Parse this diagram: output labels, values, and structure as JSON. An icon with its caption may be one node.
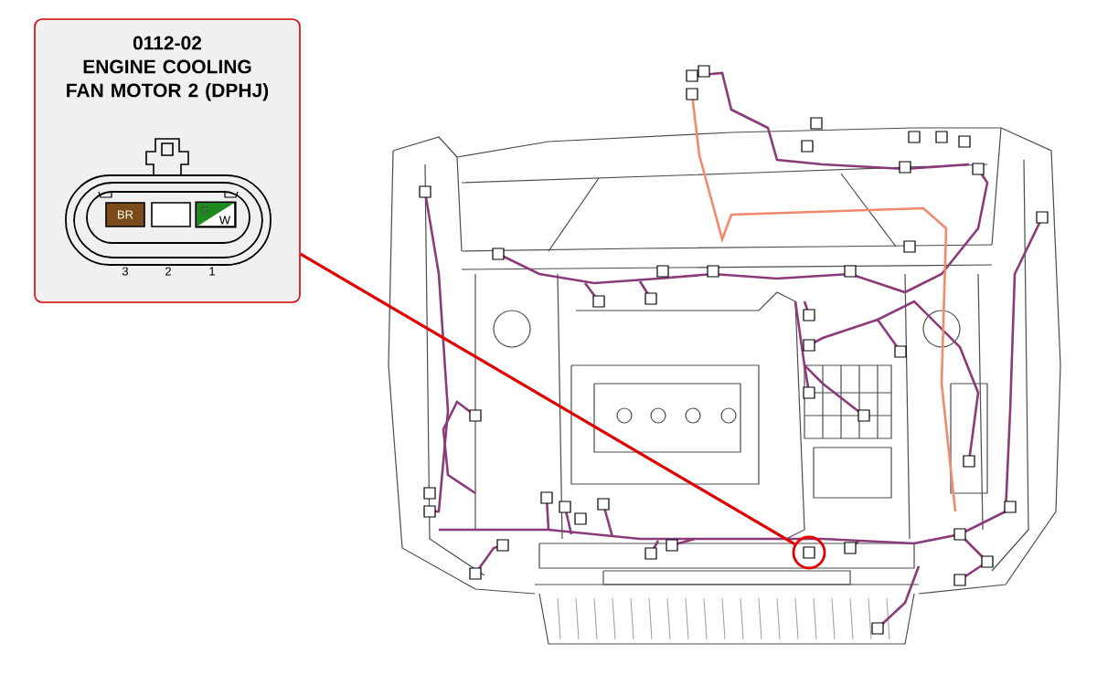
{
  "diagram": {
    "nodes": [
      {
        "text": [
          "0112-02",
          "ENGINE COOLING FAN MOTOR 2 (DPHJ)"
        ]
      },
      {
        "text": [
          "BR"
        ],
        "in": 0
      },
      {
        "text": [],
        "shape": "box",
        "in": 0
      },
      {
        "text": [
          "G",
          "W"
        ],
        "in": 0
      },
      {
        "text": [],
        "shape": "circle"
      }
    ],
    "edges": [
      {
        "from": 0,
        "to": 4,
        "arrow": "none",
        "color": "#e00000"
      }
    ],
    "labels": [
      "3",
      "2",
      "1"
    ]
  }
}
